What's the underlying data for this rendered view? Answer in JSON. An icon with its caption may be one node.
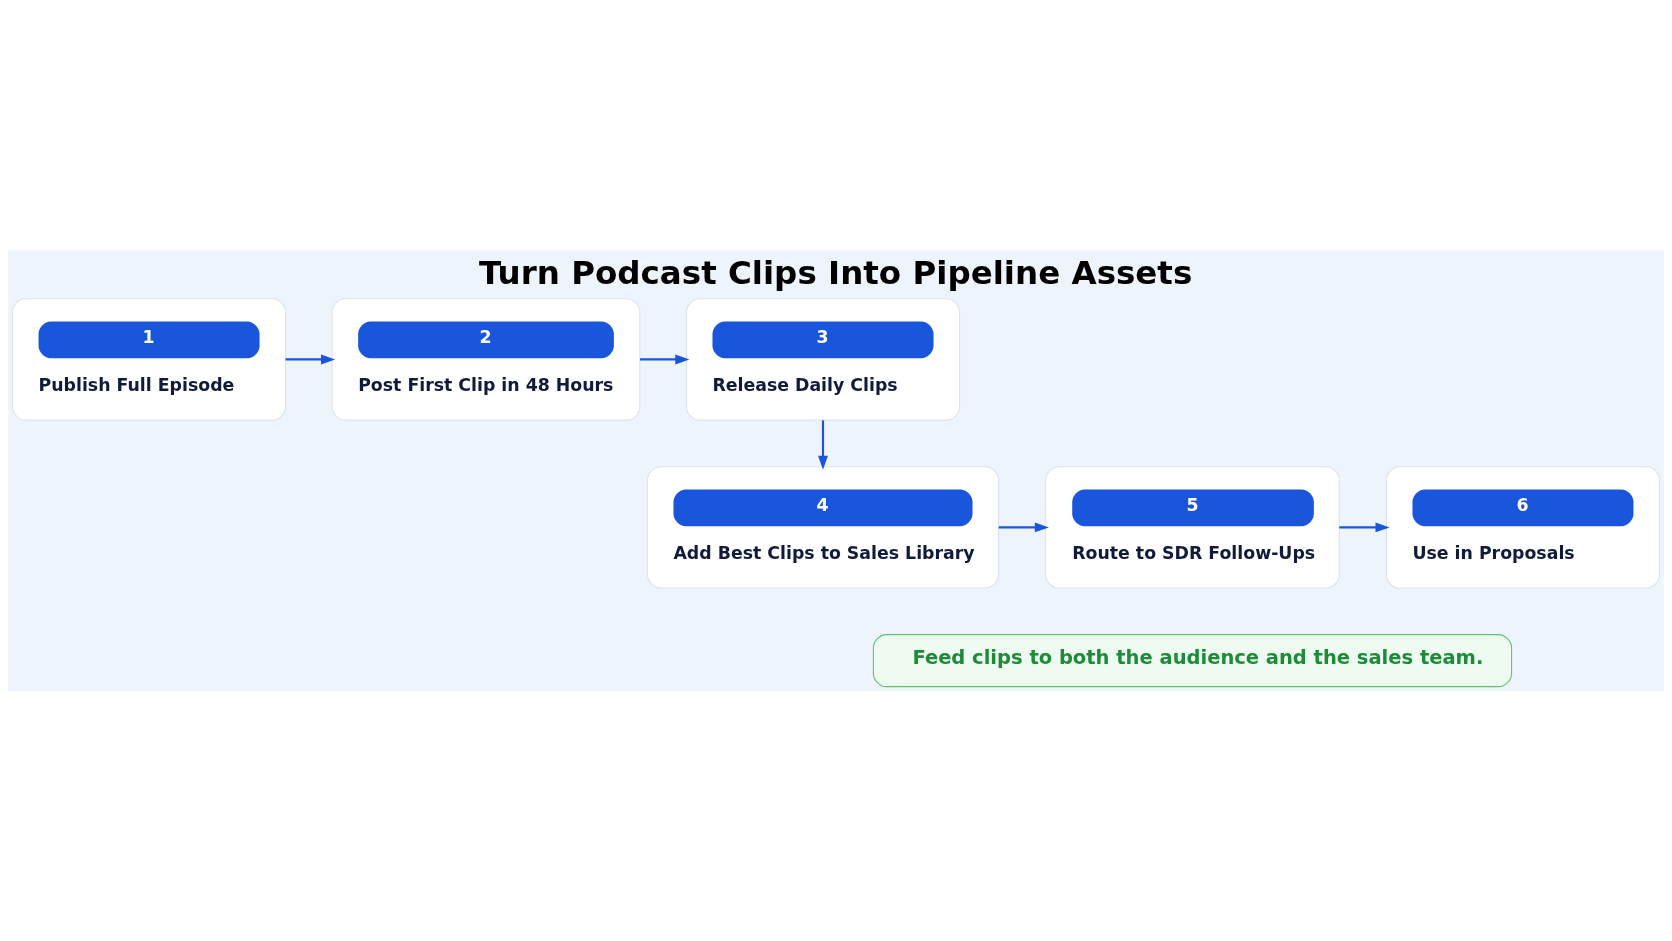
{
  "diagram": {
    "title": "Turn Podcast Clips Into Pipeline Assets",
    "nodes": [
      {
        "text": [
          "1",
          "Publish Full Episode"
        ]
      },
      {
        "text": [
          "2",
          "Post First Clip in 48 Hours"
        ]
      },
      {
        "text": [
          "3",
          "Release Daily Clips"
        ]
      },
      {
        "text": [
          "4",
          "Add Best Clips to Sales Library"
        ]
      },
      {
        "text": [
          "5",
          "Route to SDR Follow-Ups"
        ]
      },
      {
        "text": [
          "6",
          "Use in Proposals"
        ]
      },
      {
        "text": [
          "Feed clips to both the audience and the sales team."
        ]
      }
    ],
    "edges": [
      {
        "from": 0,
        "to": 1,
        "arrow": "to"
      },
      {
        "from": 1,
        "to": 2,
        "arrow": "to"
      },
      {
        "from": 2,
        "to": 3,
        "arrow": "to"
      },
      {
        "from": 3,
        "to": 4,
        "arrow": "to"
      },
      {
        "from": 4,
        "to": 5,
        "arrow": "to"
      }
    ]
  }
}
